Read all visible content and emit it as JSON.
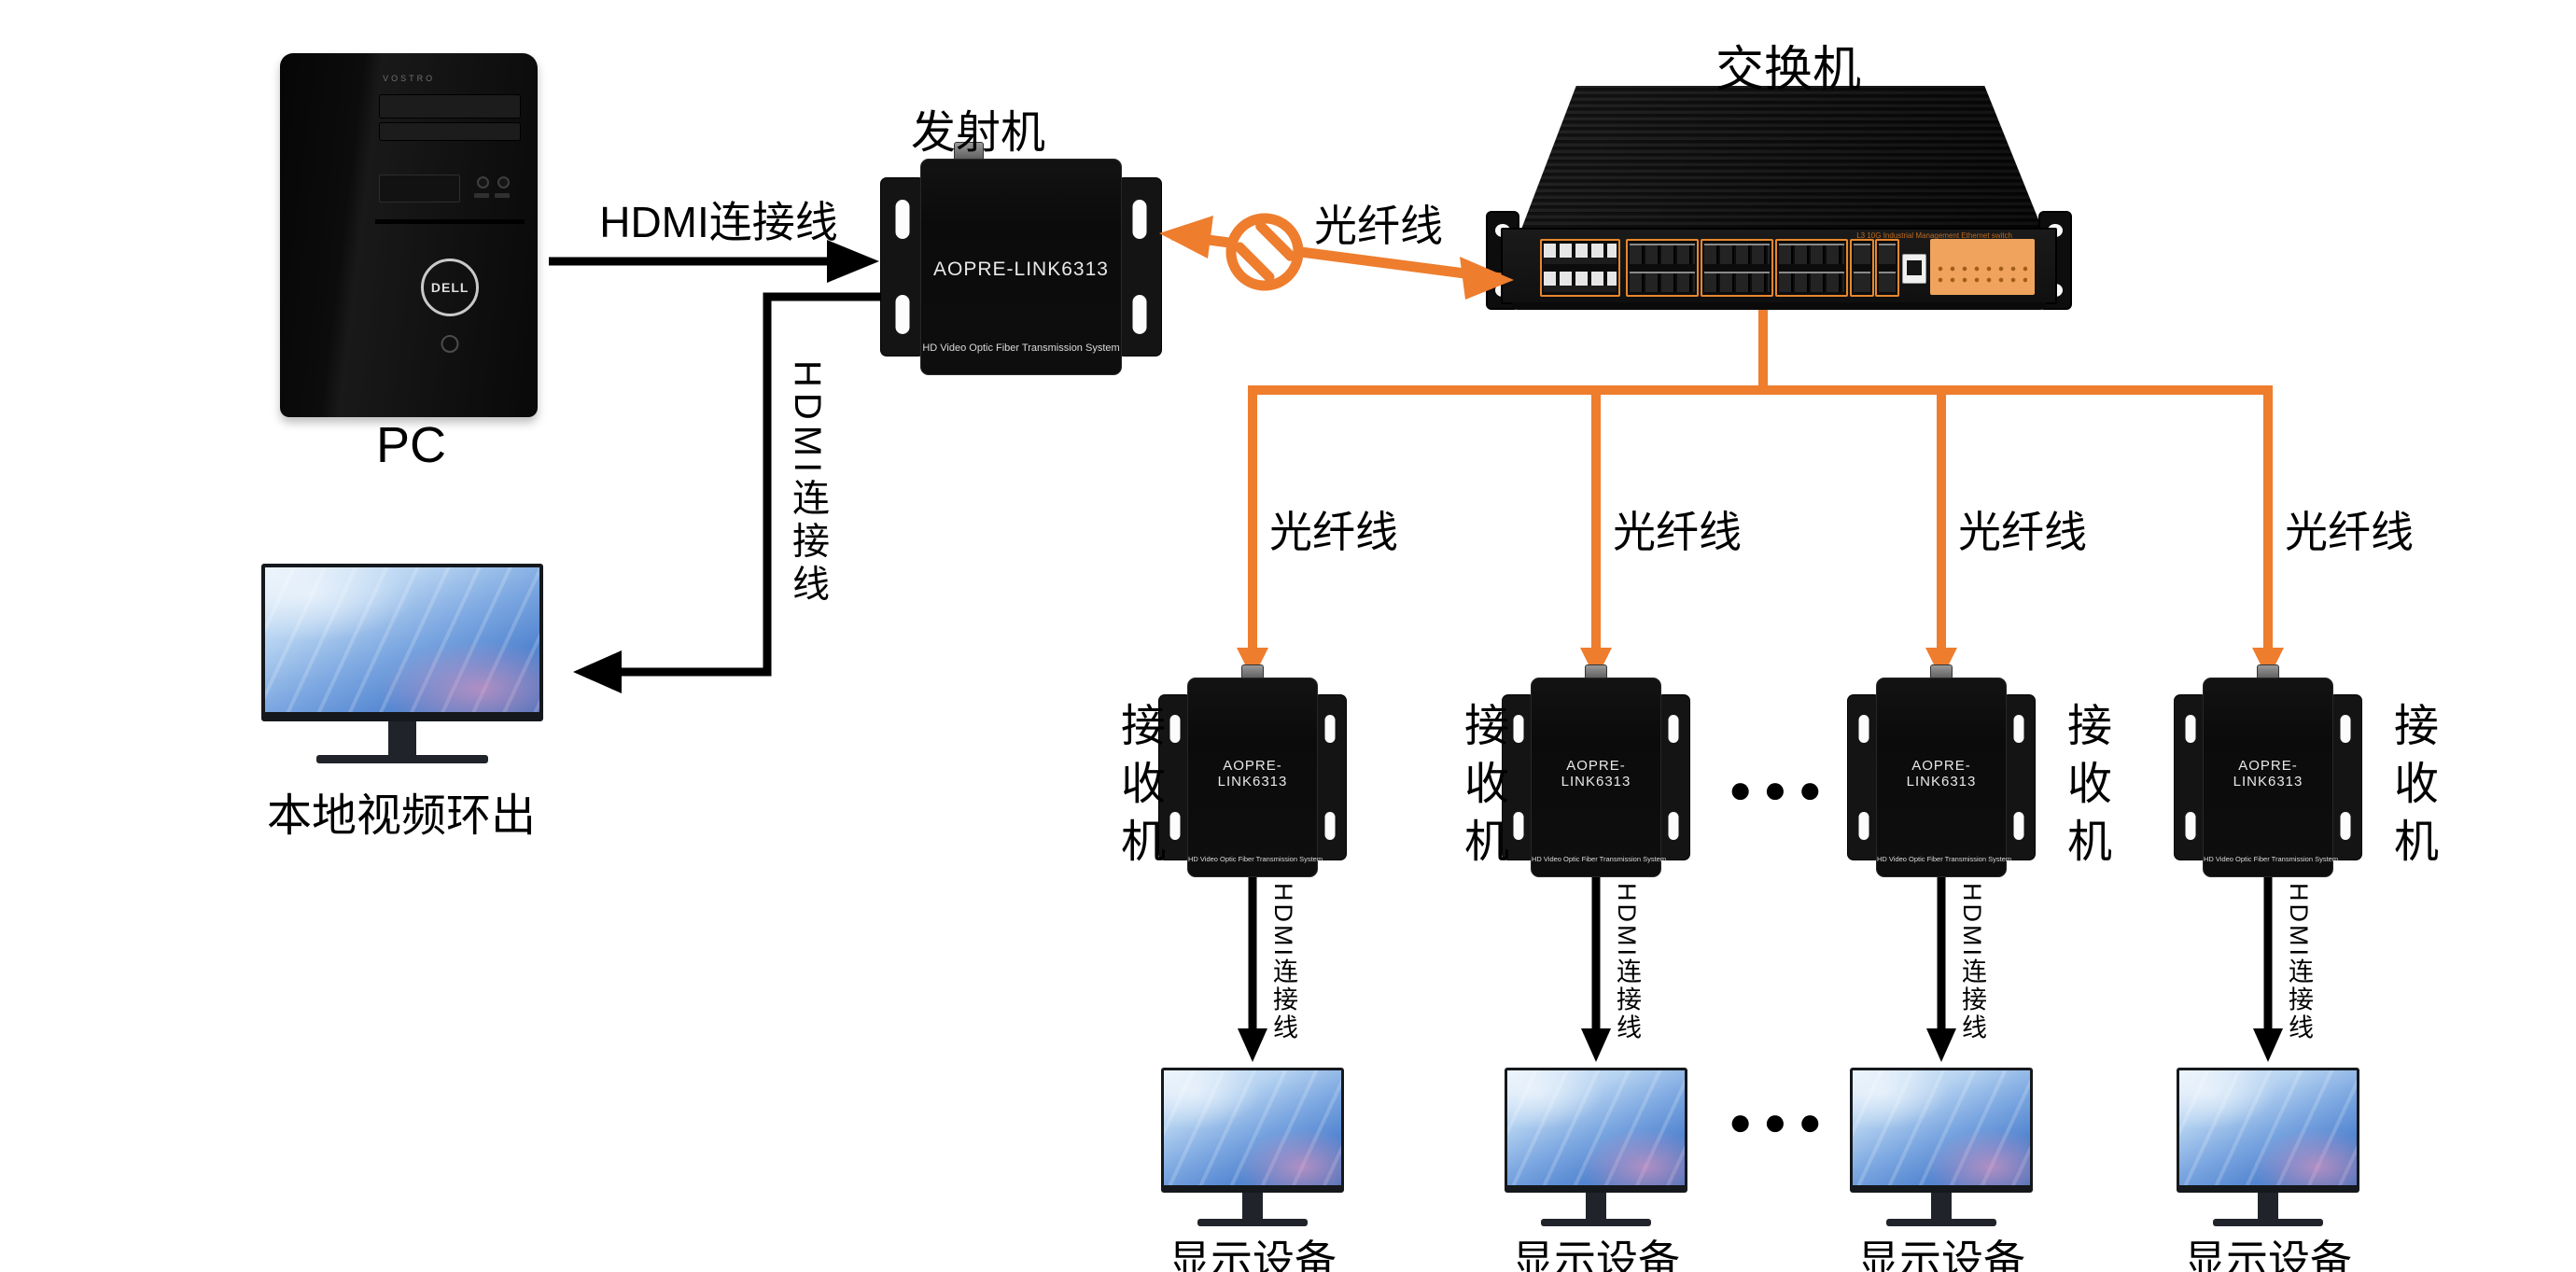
{
  "pc": {
    "label": "PC",
    "brand": "DELL",
    "series": "VOSTRO"
  },
  "local_display": {
    "label": "本地视频环出"
  },
  "transmitter": {
    "name": "发射机",
    "model": "AOPRE-LINK6313",
    "tagline": "HD Video Optic Fiber Transmission System"
  },
  "switch": {
    "name": "交换机",
    "panel_text": "L3 10G Industrial Management Ethernet switch"
  },
  "receiver": {
    "name": "接收机",
    "model": "AOPRE-LINK6313",
    "tagline": "HD Video Optic Fiber Transmission System"
  },
  "display": {
    "label": "显示设备"
  },
  "cables": {
    "hdmi_label": "HDMI连接线",
    "fiber_label": "光纤线"
  },
  "ellipsis": "●●●",
  "colors": {
    "fiber_orange": "#EE7D2E",
    "cable_black": "#000000",
    "switch_patch_orange": "#EFA35C",
    "port_frame_orange": "#E8872E"
  }
}
